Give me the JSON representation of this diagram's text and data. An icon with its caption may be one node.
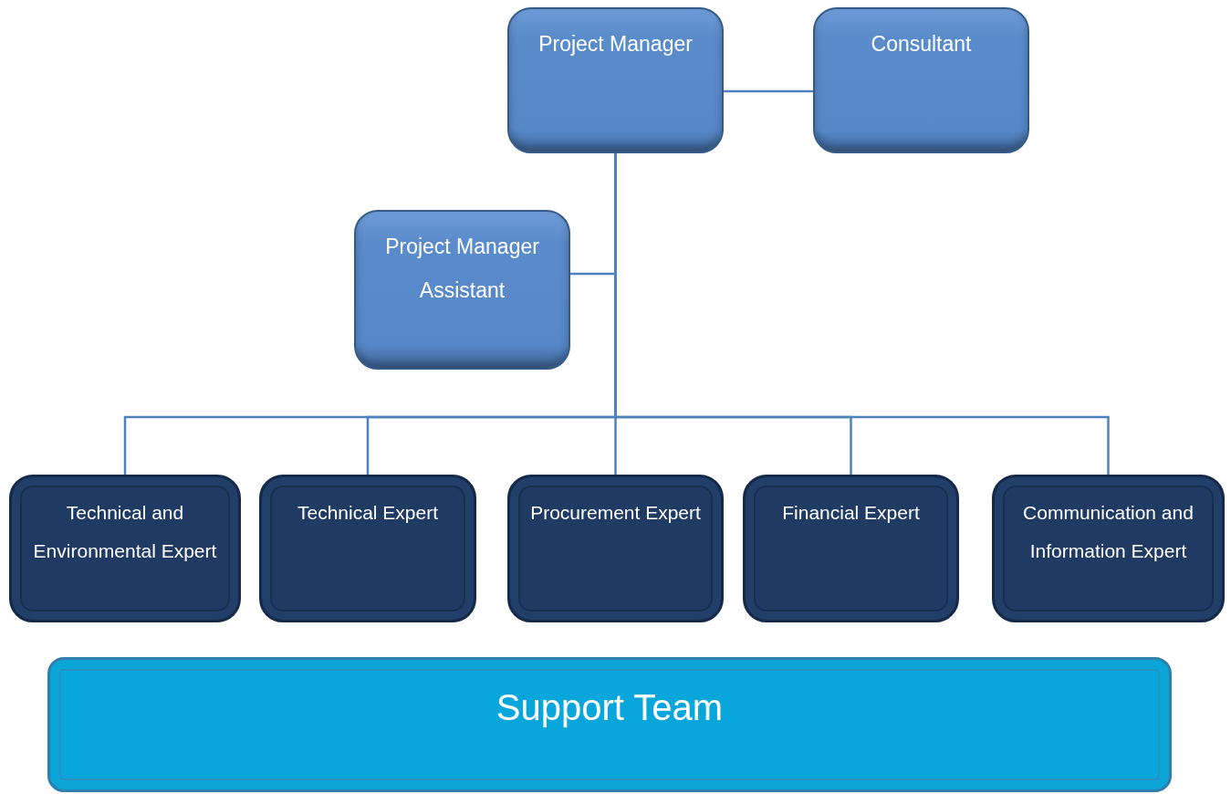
{
  "diagram": {
    "nodes": [
      {
        "text": [
          "Project Manager"
        ]
      },
      {
        "text": [
          "Consultant"
        ]
      },
      {
        "text": [
          "Project Manager Assistant"
        ]
      },
      {
        "text": [
          "Technical and Environmental Expert"
        ]
      },
      {
        "text": [
          "Technical Expert"
        ]
      },
      {
        "text": [
          "Procurement Expert"
        ]
      },
      {
        "text": [
          "Financial Expert"
        ]
      },
      {
        "text": [
          "Communication and Information Expert"
        ]
      },
      {
        "text": [
          "Support Team"
        ]
      }
    ],
    "edges": [
      {
        "from": 0,
        "to": 1,
        "arrow": "none"
      },
      {
        "from": 0,
        "to": 2,
        "arrow": "none"
      },
      {
        "from": 0,
        "to": 3,
        "arrow": "none"
      },
      {
        "from": 0,
        "to": 4,
        "arrow": "none"
      },
      {
        "from": 0,
        "to": 5,
        "arrow": "none"
      },
      {
        "from": 0,
        "to": 6,
        "arrow": "none"
      },
      {
        "from": 0,
        "to": 7,
        "arrow": "none"
      }
    ]
  }
}
